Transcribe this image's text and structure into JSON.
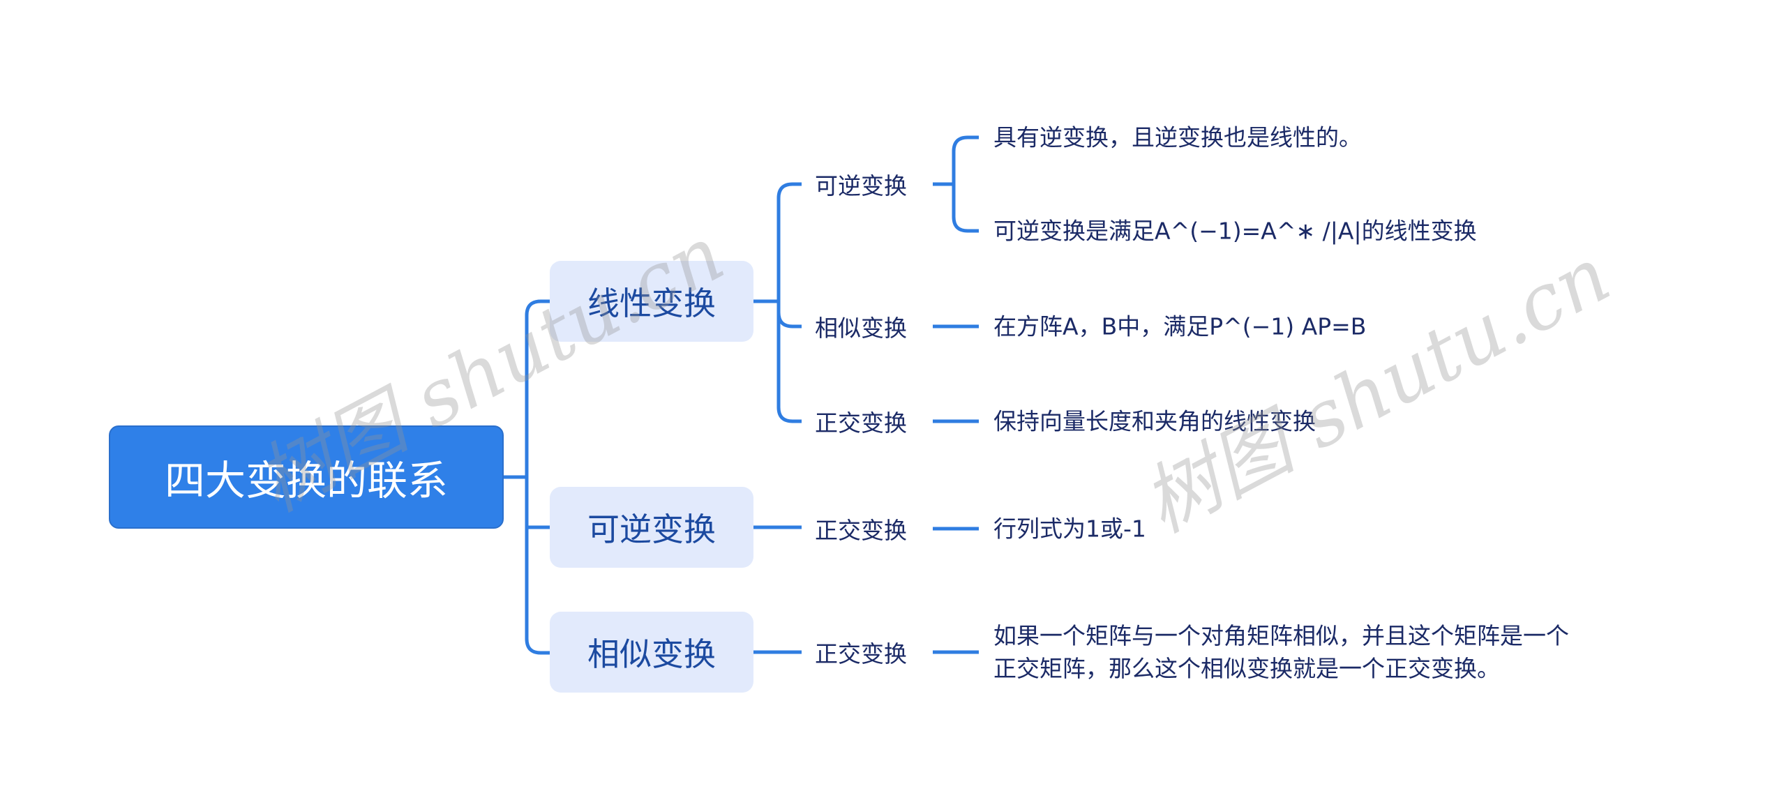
{
  "root": {
    "label": "四大变换的联系"
  },
  "branches": [
    {
      "label": "线性变换",
      "children": [
        {
          "label": "可逆变换",
          "leaves": [
            "具有逆变换，且逆变换也是线性的。",
            "可逆变换是满足A^(−1)=A^∗ /|A|的线性变换"
          ]
        },
        {
          "label": "相似变换",
          "leaves": [
            "在方阵A，B中，满足P^(−1) AP=B"
          ]
        },
        {
          "label": "正交变换",
          "leaves": [
            "保持向量长度和夹角的线性变换"
          ]
        }
      ]
    },
    {
      "label": "可逆变换",
      "children": [
        {
          "label": "正交变换",
          "leaves": [
            "行列式为1或-1"
          ]
        }
      ]
    },
    {
      "label": "相似变换",
      "children": [
        {
          "label": "正交变换",
          "leaves": [
            "如果一个矩阵与一个对角矩阵相似，并且这个矩阵是一个",
            "正交矩阵，那么这个相似变换就是一个正交变换。"
          ]
        }
      ]
    }
  ],
  "watermark": "树图 shutu.cn",
  "colors": {
    "root": "#2f80e8",
    "branch_bg": "#e2eafc",
    "line": "#2f7de1",
    "text": "#1b2a66"
  }
}
